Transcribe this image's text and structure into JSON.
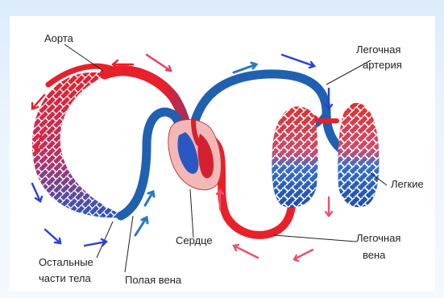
{
  "labels": {
    "aorta": "Аорта",
    "pulmonary_artery_1": "Легочная",
    "pulmonary_artery_2": "артерия",
    "lungs": "Легкие",
    "heart": "Сердце",
    "pulmonary_vein_1": "Легочная",
    "pulmonary_vein_2": "вена",
    "other_body_1": "Остальные",
    "other_body_2": "части тела",
    "vena_cava": "Полая вена"
  },
  "colors": {
    "oxygenated": "#e8202a",
    "deoxygenated": "#2060b0",
    "arrow_red": "#e8202a",
    "arrow_blue": "#2a3fd8",
    "arrow_pink": "#ef4f6a"
  }
}
